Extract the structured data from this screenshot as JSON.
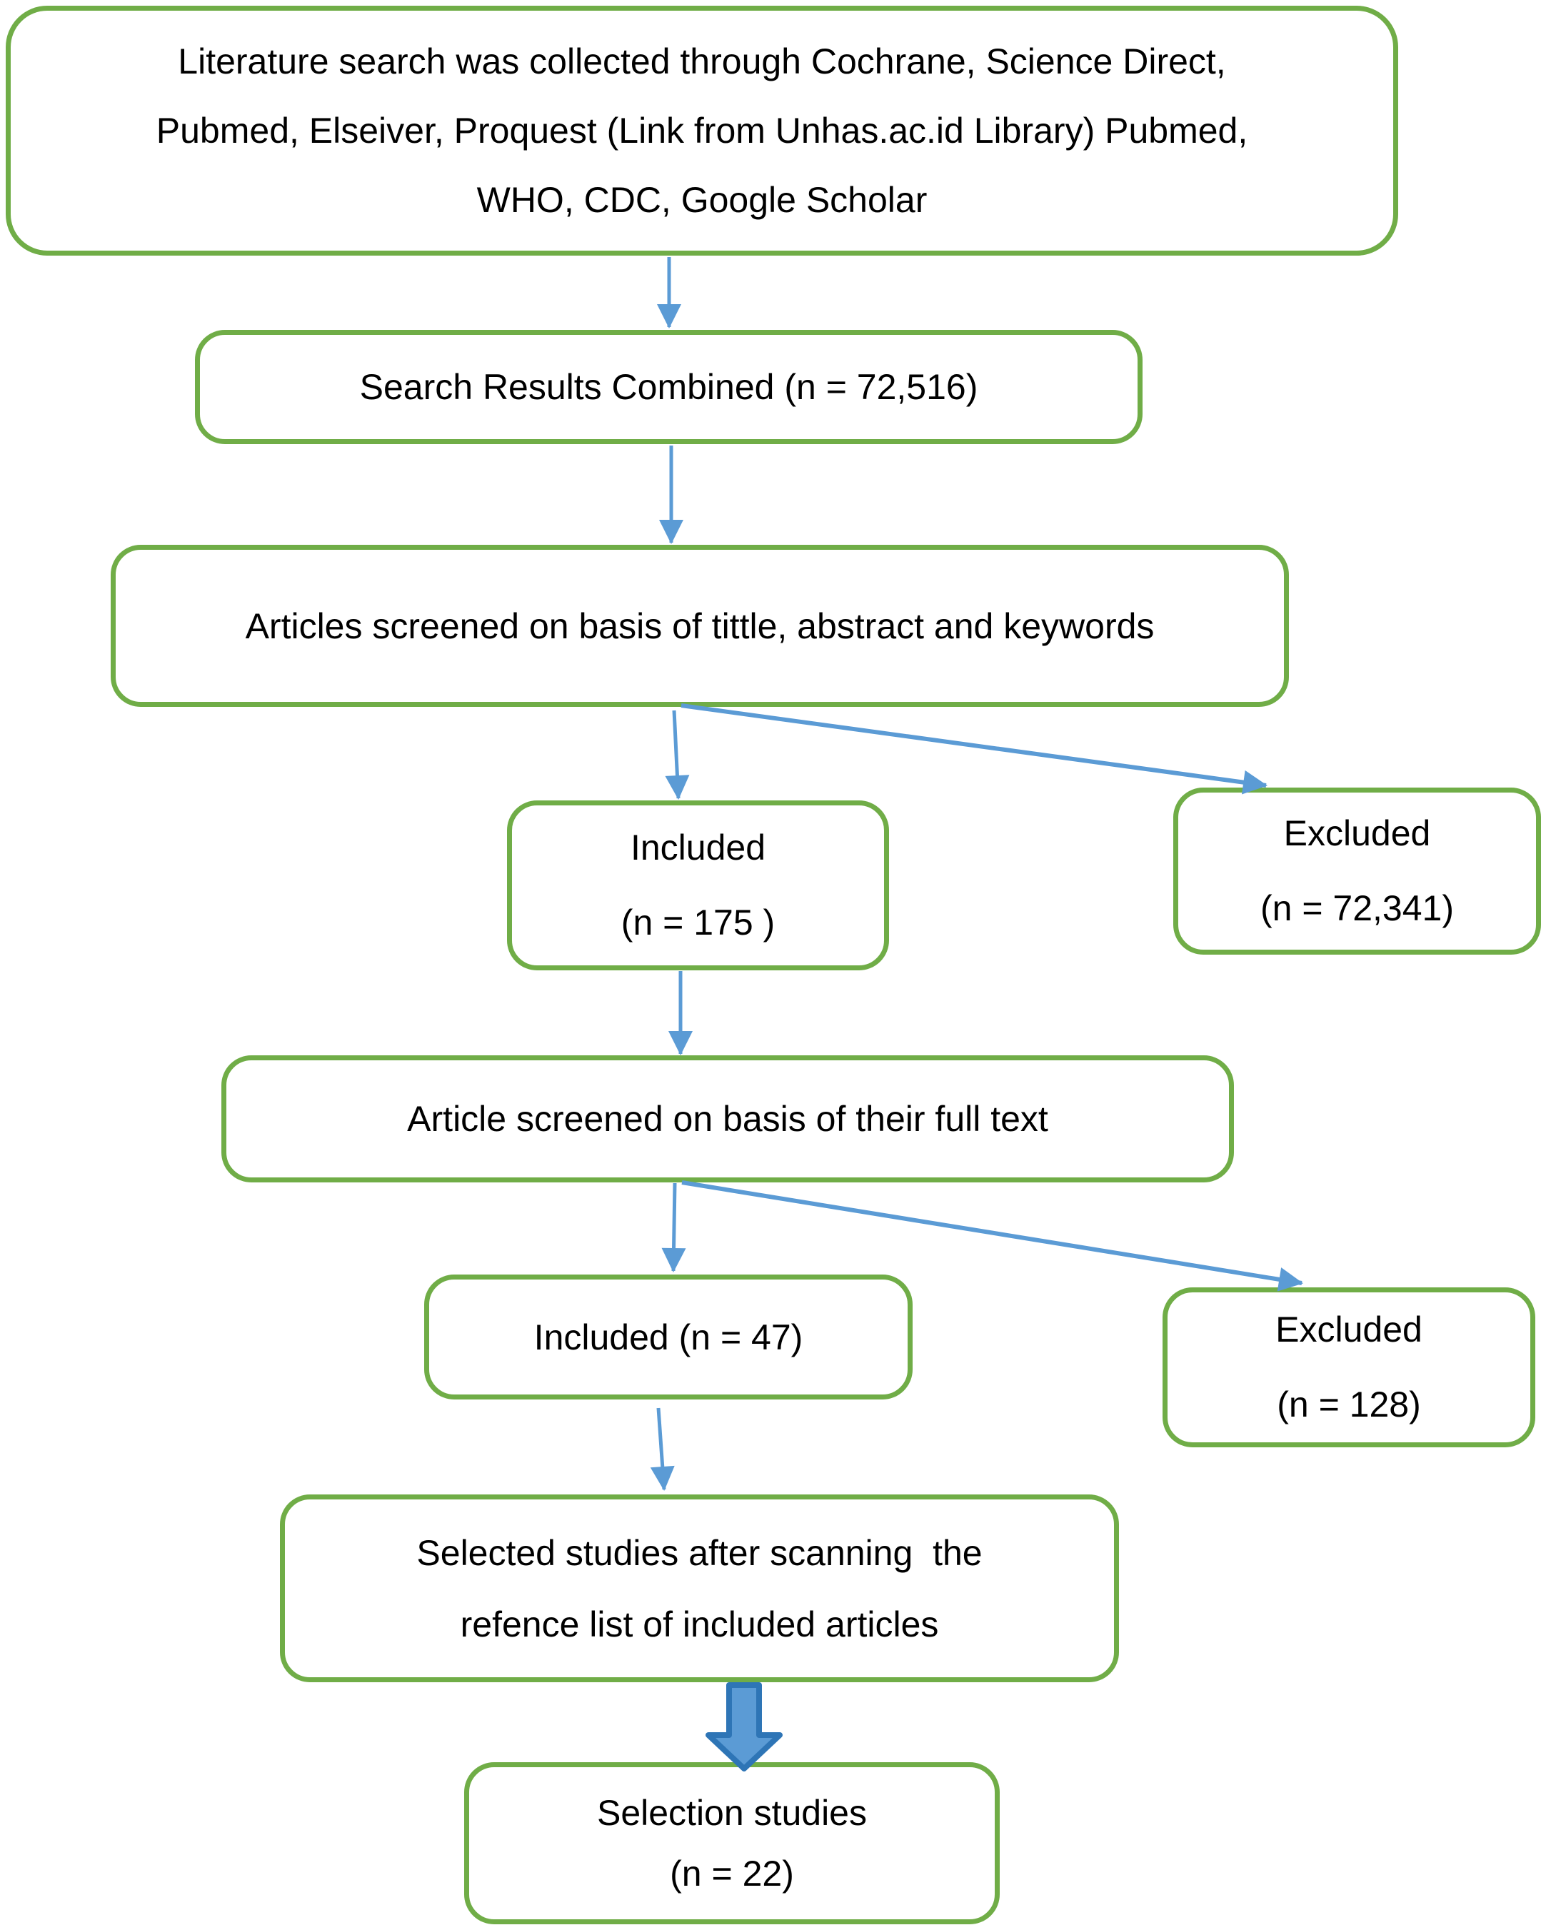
{
  "colors": {
    "box_border": "#70AD47",
    "arrow": "#5B9BD5",
    "block_arrow_fill": "#5B9BD5",
    "block_arrow_border": "#2E75B6",
    "text": "#000000",
    "background": "#FFFFFF"
  },
  "flowchart": {
    "boxes": {
      "sources": {
        "lines": [
          "Literature search was collected through Cochrane, Science Direct,",
          "Pubmed, Elseiver, Proquest (Link from Unhas.ac.id Library) Pubmed,",
          "WHO, CDC, Google Scholar"
        ]
      },
      "combined": {
        "label": "Search Results Combined (n = 72,516)"
      },
      "screened_title_abstract": {
        "label": "Articles screened on basis of tittle, abstract and keywords"
      },
      "included_title_abstract": {
        "lines": [
          "Included",
          "(n = 175 )"
        ]
      },
      "excluded_title_abstract": {
        "lines": [
          "Excluded",
          "(n = 72,341)"
        ]
      },
      "screened_full_text": {
        "label": "Article screened on basis of their full text"
      },
      "included_full_text": {
        "label": "Included (n = 47)"
      },
      "excluded_full_text": {
        "lines": [
          "Excluded",
          "(n = 128)"
        ]
      },
      "selected_after_scanning": {
        "lines": [
          "Selected studies after scanning  the",
          "refence list of included articles"
        ]
      },
      "selection_studies": {
        "lines": [
          "Selection studies",
          "(n = 22)"
        ]
      }
    }
  }
}
